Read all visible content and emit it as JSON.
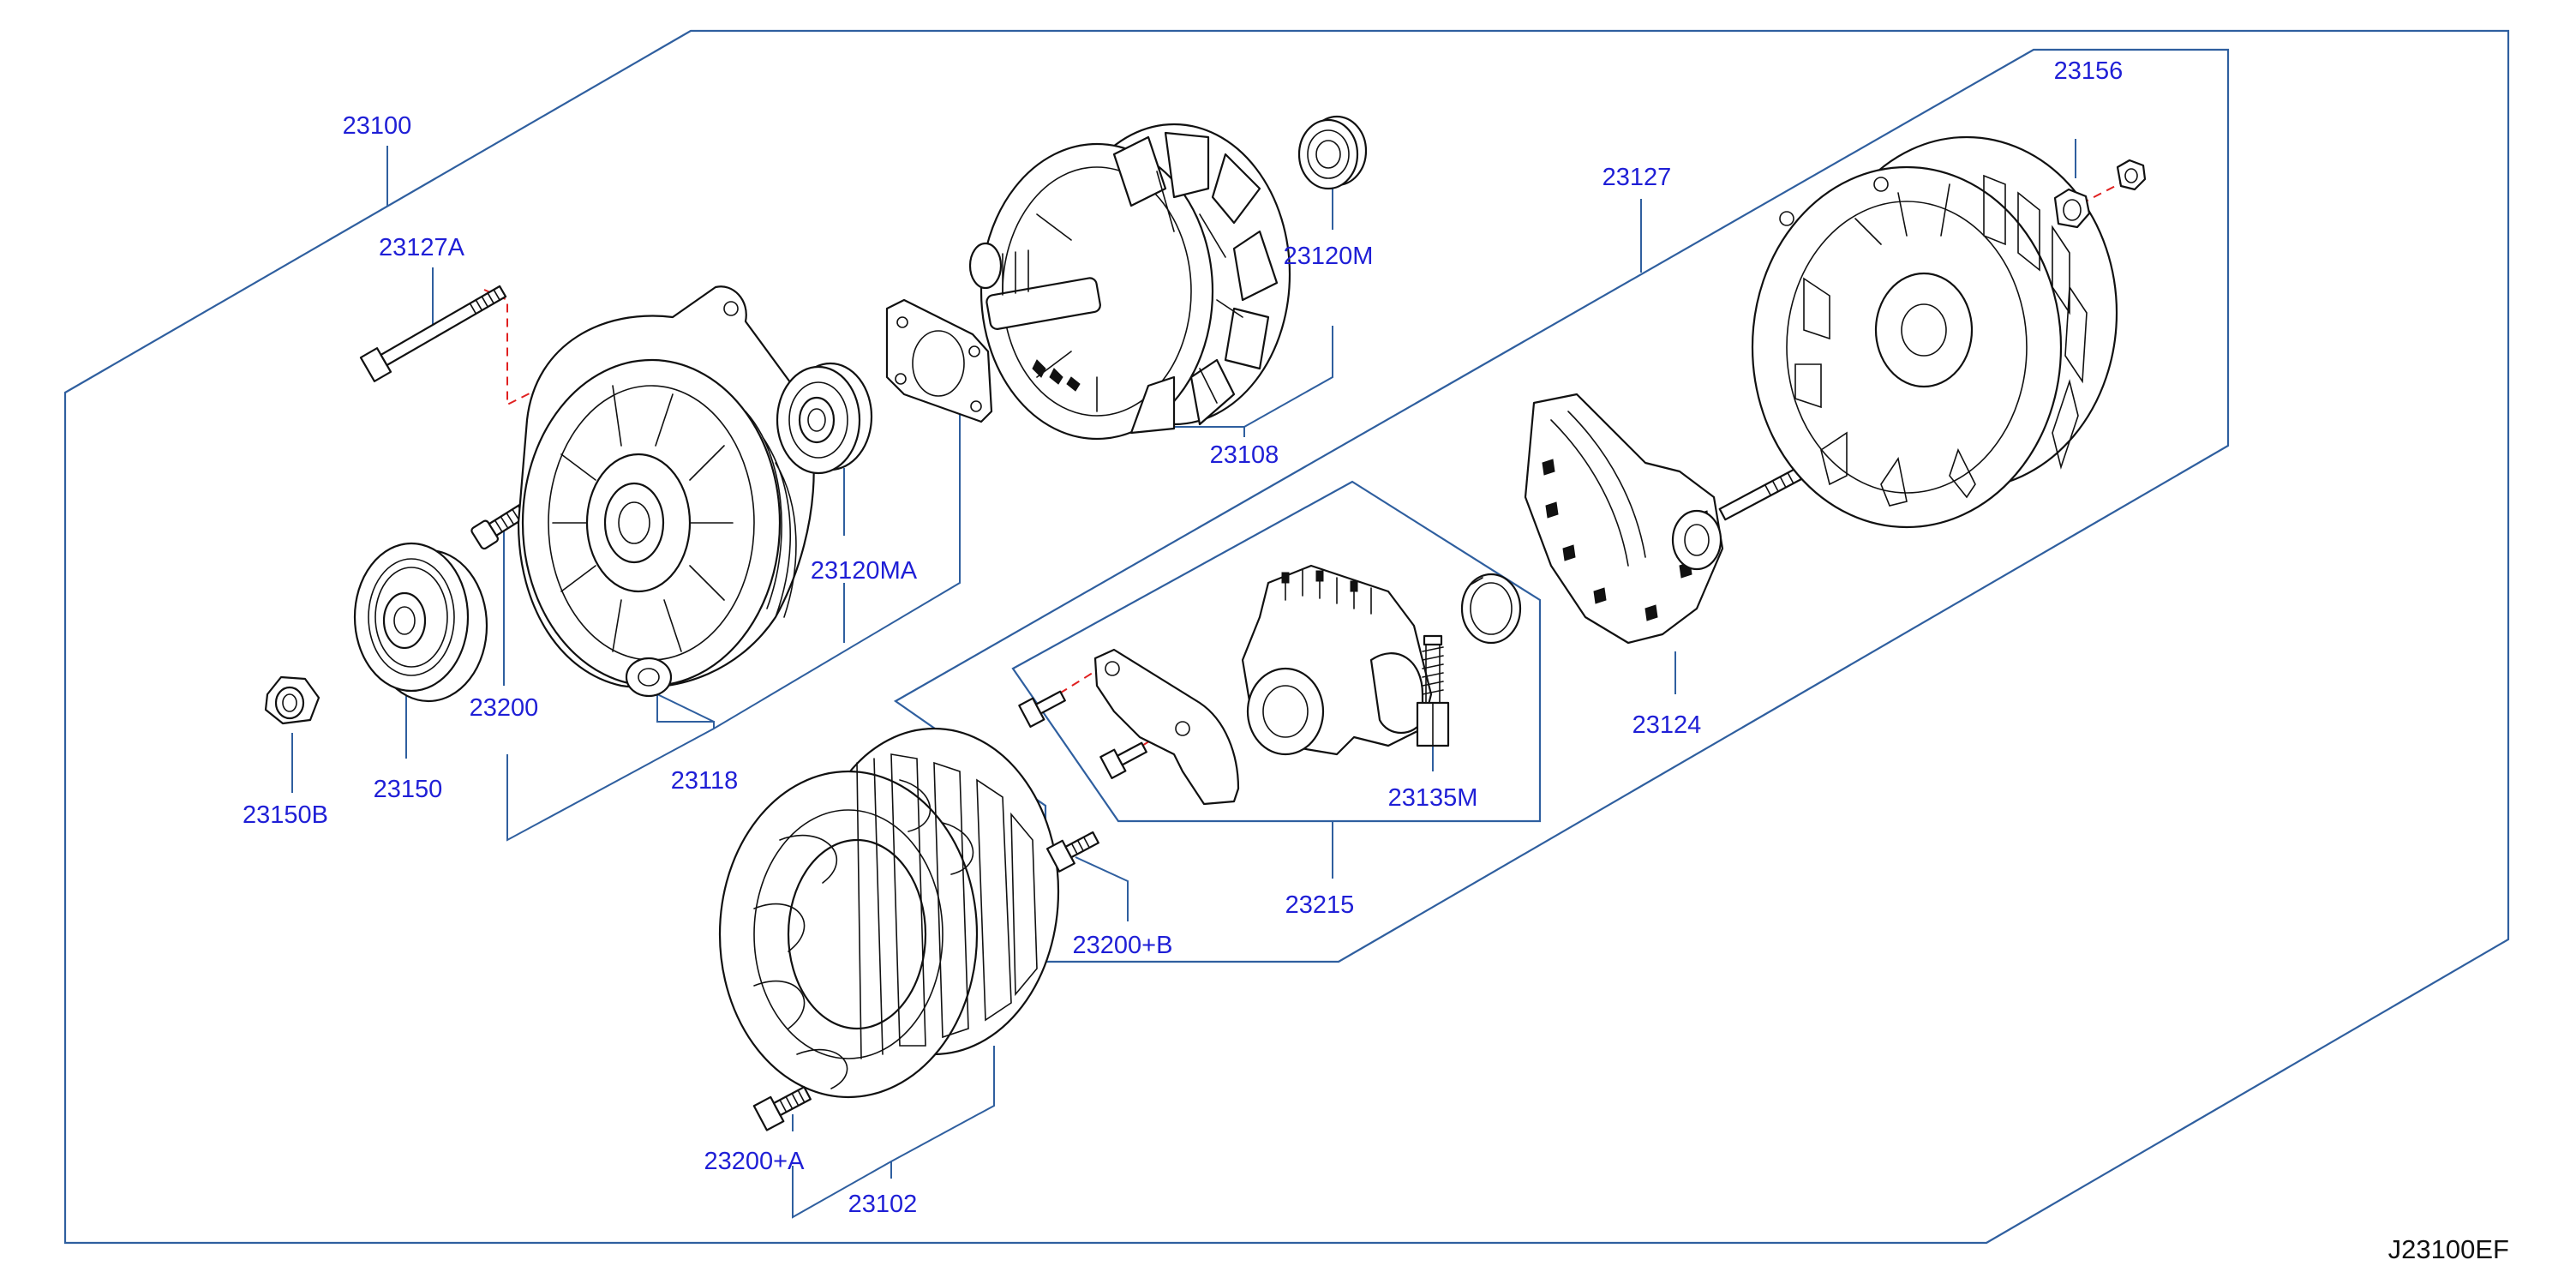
{
  "labels": {
    "p23100": "23100",
    "p23127A": "23127A",
    "p23150B": "23150B",
    "p23150": "23150",
    "p23200": "23200",
    "p23118": "23118",
    "p23120MA": "23120MA",
    "p23108": "23108",
    "p23120M": "23120M",
    "p23127": "23127",
    "p23156": "23156",
    "p23124": "23124",
    "p23135M": "23135M",
    "p23215": "23215",
    "p23200B": "23200+B",
    "p23200A": "23200+A",
    "p23102": "23102"
  },
  "reference_code": "J23100EF",
  "colors": {
    "label_text": "#1f1fd6",
    "leader_line": "#2f5f9f",
    "hidden_line": "#e02020",
    "part_outline": "#111111"
  }
}
